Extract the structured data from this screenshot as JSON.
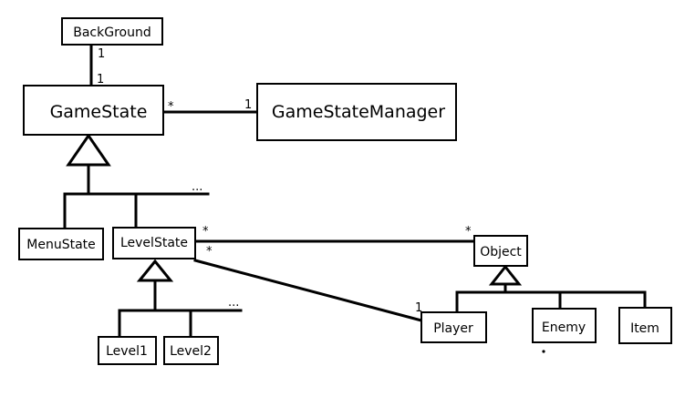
{
  "classes": {
    "background": "BackGround",
    "gamestate": "GameState",
    "gamestatemanager": "GameStateManager",
    "menustate": "MenuState",
    "levelstate": "LevelState",
    "level1": "Level1",
    "level2": "Level2",
    "object": "Object",
    "player": "Player",
    "enemy": "Enemy",
    "item": "Item"
  },
  "multiplicities": {
    "background_end": "1",
    "gamestate_bg_end": "1",
    "gamestate_mgr_end": "*",
    "manager_end": "1",
    "levelstate_object_end": "*",
    "object_end": "*",
    "levelstate_player_end": "*",
    "player_end": "1"
  },
  "ellipses": {
    "gamestate_more": "...",
    "levelstate_more": "..."
  },
  "colors": {
    "stroke": "#000000",
    "fill": "#ffffff"
  }
}
